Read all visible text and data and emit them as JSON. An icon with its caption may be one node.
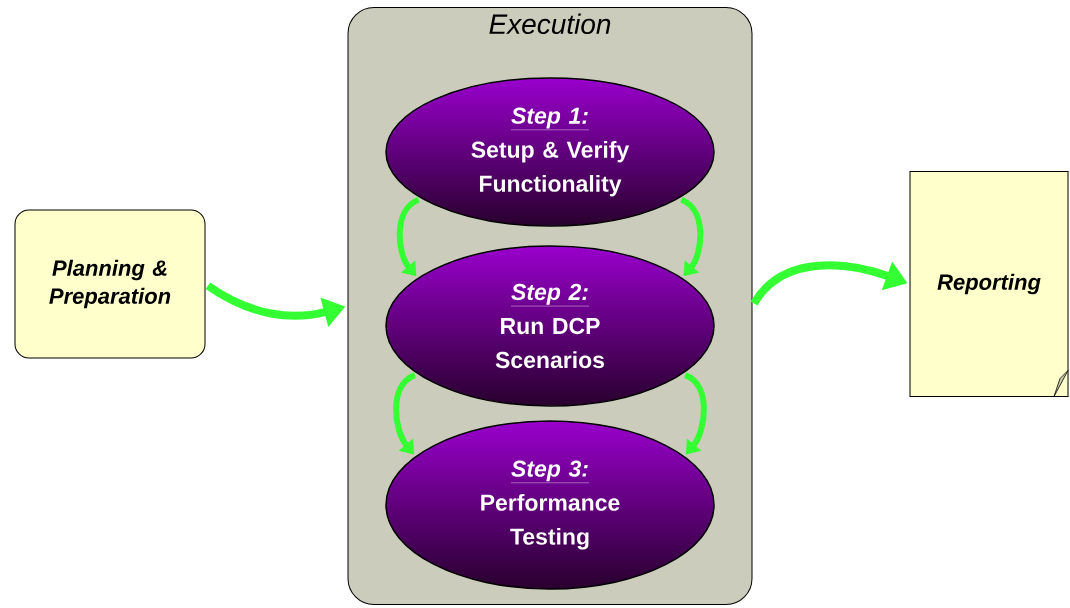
{
  "diagram": {
    "nodes": [
      {
        "text": [
          "Planning & Preparation"
        ]
      },
      {
        "text": [
          "Execution"
        ]
      },
      {
        "text": [
          "Step 1:",
          "Setup & Verify Functionality"
        ],
        "in": 1
      },
      {
        "text": [
          "Step 2:",
          "Run DCP Scenarios"
        ],
        "in": 1
      },
      {
        "text": [
          "Step 3:",
          "Performance Testing"
        ],
        "in": 1
      },
      {
        "text": [
          "Reporting"
        ]
      }
    ],
    "edges": [
      {
        "from": 0,
        "to": 1,
        "arrow": "to",
        "color": "#33ff33"
      },
      {
        "from": 2,
        "to": 3,
        "arrow": "to",
        "color": "#33ff33"
      },
      {
        "from": 2,
        "to": 3,
        "arrow": "to",
        "color": "#33ff33"
      },
      {
        "from": 3,
        "to": 4,
        "arrow": "to",
        "color": "#33ff33"
      },
      {
        "from": 3,
        "to": 4,
        "arrow": "to",
        "color": "#33ff33"
      },
      {
        "from": 1,
        "to": 5,
        "arrow": "to",
        "color": "#33ff33"
      }
    ]
  }
}
